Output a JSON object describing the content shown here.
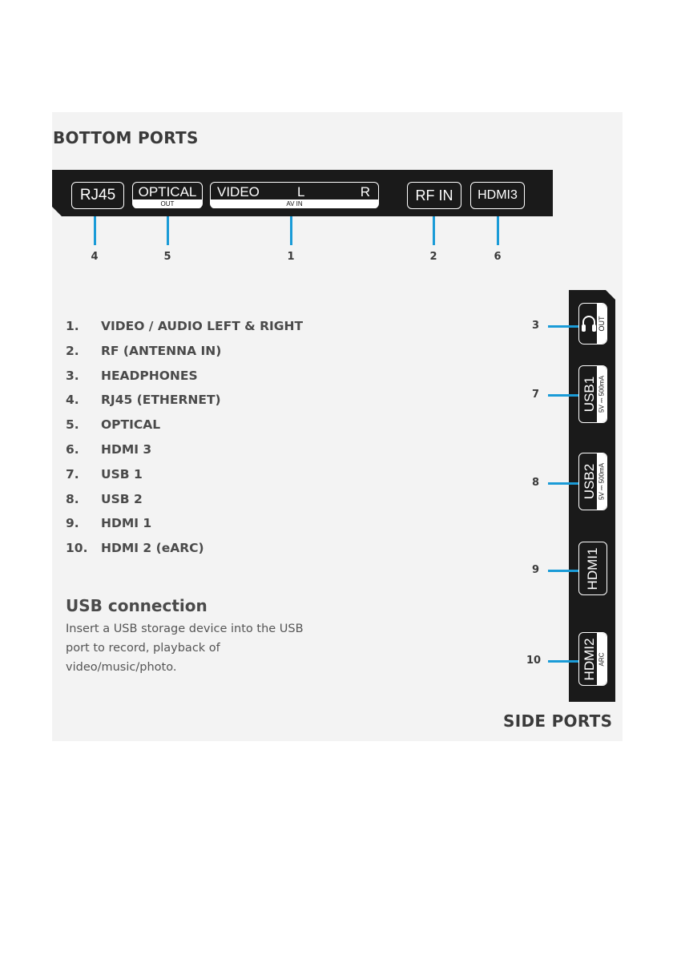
{
  "bottom": {
    "heading": "BOTTOM PORTS",
    "ports": {
      "rj45": "RJ45",
      "optical": "OPTICAL",
      "optical_sub": "OUT",
      "video": "VIDEO",
      "left": "L",
      "right": "R",
      "av_sub": "AV IN",
      "rf_in": "RF IN",
      "hdmi3": "HDMI3"
    },
    "numbers": {
      "rj45": "4",
      "optical": "5",
      "video": "1",
      "rf_in": "2",
      "hdmi3": "6"
    }
  },
  "list": [
    {
      "num": "1.",
      "label": "VIDEO / AUDIO LEFT & RIGHT"
    },
    {
      "num": "2.",
      "label": "RF (ANTENNA IN)"
    },
    {
      "num": "3.",
      "label": "HEADPHONES"
    },
    {
      "num": "4.",
      "label": "RJ45 (ETHERNET)"
    },
    {
      "num": "5.",
      "label": "OPTICAL"
    },
    {
      "num": "6.",
      "label": "HDMI 3"
    },
    {
      "num": "7.",
      "label": "USB 1"
    },
    {
      "num": "8.",
      "label": "USB 2"
    },
    {
      "num": "9.",
      "label": "HDMI 1"
    },
    {
      "num": "10.",
      "label": "HDMI 2 (eARC)"
    }
  ],
  "usb": {
    "title": "USB connection",
    "body": "Insert a USB storage device into the USB port to record, playback of video/music/photo."
  },
  "side": {
    "heading": "SIDE PORTS",
    "ports": {
      "headphone_sub": "OUT",
      "usb1": "USB1",
      "usb1_sub": "5V ⎓ 500mA",
      "usb2": "USB2",
      "usb2_sub": "5V ⎓ 500mA",
      "hdmi1": "HDMI1",
      "hdmi2": "HDMI2",
      "hdmi2_sub": "ARC"
    },
    "numbers": {
      "headphone": "3",
      "usb1": "7",
      "usb2": "8",
      "hdmi1": "9",
      "hdmi2": "10"
    }
  },
  "colors": {
    "panel": "#f3f3f3",
    "bar": "#1a1a1a",
    "leader": "#1a9bd7"
  },
  "icons": {
    "headphone": "headphones-icon"
  }
}
